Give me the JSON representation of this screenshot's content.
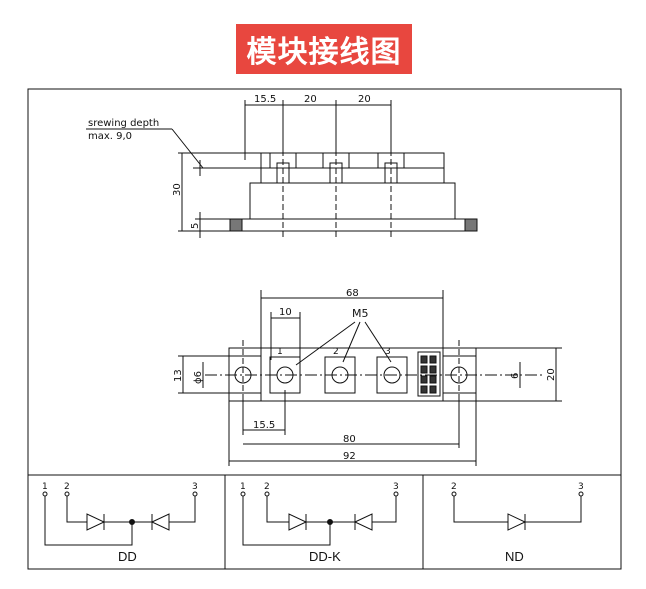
{
  "title": "模块接线图",
  "side_view": {
    "note_line1": "srewing depth",
    "note_line2": "max. 9,0",
    "dims": {
      "a": "15.5",
      "b": "20",
      "c": "20",
      "height": "30",
      "base": "5"
    }
  },
  "top_view": {
    "terminal_label": "M5",
    "pins": [
      "1",
      "2",
      "3"
    ],
    "dims": {
      "total": "68",
      "pitch": "10",
      "hole": "ϕ6",
      "body": "13",
      "right_gap": "6",
      "right_height": "20",
      "offset": "15.5",
      "width_inner": "80",
      "width_outer": "92"
    }
  },
  "circuits": [
    {
      "name": "DD",
      "pins": [
        "1",
        "2",
        "3"
      ]
    },
    {
      "name": "DD-K",
      "pins": [
        "1",
        "2",
        "3"
      ]
    },
    {
      "name": "ND",
      "pins": [
        "2",
        "3"
      ]
    }
  ]
}
